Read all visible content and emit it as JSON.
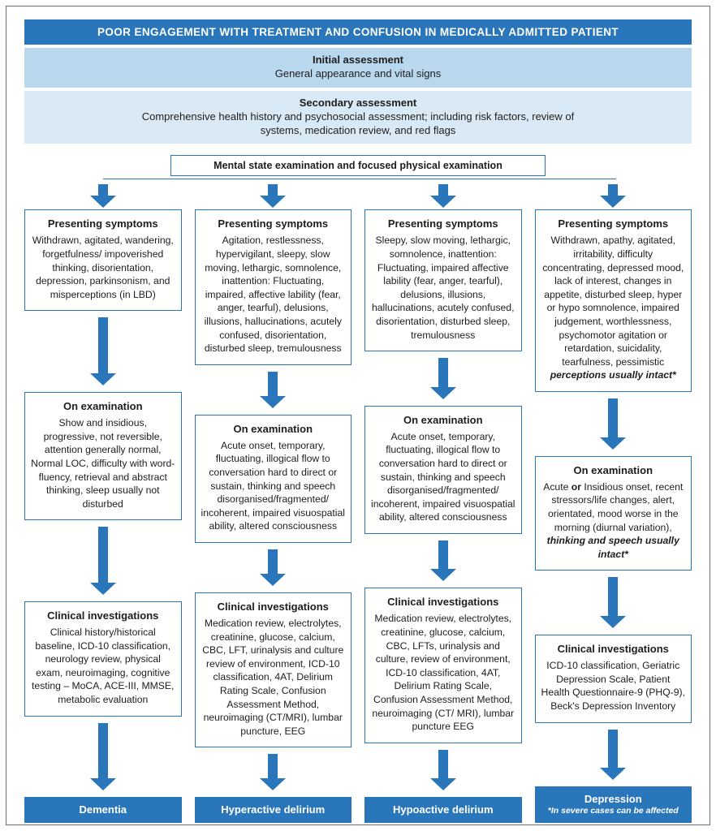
{
  "colors": {
    "accent": "#2a76ba",
    "band1": "#b9d8ee",
    "band2": "#d9eaf6"
  },
  "header": {
    "title": "POOR ENGAGEMENT WITH TREATMENT AND CONFUSION IN MEDICALLY ADMITTED PATIENT"
  },
  "assessments": [
    {
      "title": "Initial assessment",
      "body": "General appearance and vital signs"
    },
    {
      "title": "Secondary assessment",
      "body": "Comprehensive health history and psychosocial assessment; including risk factors, review of systems, medication review, and red flags"
    }
  ],
  "exam_box": {
    "label": "Mental state examination and focused physical examination"
  },
  "columns": [
    {
      "presenting": {
        "title": "Presenting symptoms",
        "body": [
          {
            "t": "Withdrawn, agitated, wandering, forgetfulness/ impoverished thinking, disorientation, depression, parkinsonism, and misperceptions (in LBD)"
          }
        ]
      },
      "examination": {
        "title": "On examination",
        "body": [
          {
            "t": "Show and insidious, progressive, not reversible, attention generally normal, Normal LOC, difficulty with word-fluency, retrieval and abstract thinking, sleep usually not disturbed"
          }
        ]
      },
      "clinical": {
        "title": "Clinical investigations",
        "body": [
          {
            "t": "Clinical history/historical baseline, ICD-10 classification, neurology review, physical exam, neuroimaging, cognitive testing – MoCA, ACE-III, MMSE, metabolic evaluation"
          }
        ]
      },
      "diagnosis": {
        "label": "Dementia"
      }
    },
    {
      "presenting": {
        "title": "Presenting symptoms",
        "body": [
          {
            "t": "Agitation, restlessness, hypervigilant, sleepy, slow moving, lethargic, somnolence, inattention: Fluctuating, impaired, affective lability (fear, anger, tearful), delusions, illusions, hallucinations, acutely confused, disorientation, disturbed sleep, tremulousness"
          }
        ]
      },
      "examination": {
        "title": "On examination",
        "body": [
          {
            "t": "Acute onset, temporary, fluctuating, illogical flow to conversation hard to direct or sustain, thinking and speech disorganised/fragmented/ incoherent, impaired visuospatial ability, altered consciousness"
          }
        ]
      },
      "clinical": {
        "title": "Clinical investigations",
        "body": [
          {
            "t": "Medication review, electrolytes, creatinine, glucose, calcium, CBC, LFT, urinalysis and culture review of environment, ICD-10 classification, 4AT, Delirium Rating Scale, Confusion Assessment Method, neuroimaging (CT/MRI), lumbar puncture, EEG"
          }
        ]
      },
      "diagnosis": {
        "label": "Hyperactive delirium"
      }
    },
    {
      "presenting": {
        "title": "Presenting symptoms",
        "body": [
          {
            "t": "Sleepy, slow moving, lethargic, somnolence, inattention: Fluctuating, impaired affective lability (fear, anger, tearful), delusions, illusions, hallucinations, acutely confused, disorientation, disturbed sleep, tremulousness"
          }
        ]
      },
      "examination": {
        "title": "On examination",
        "body": [
          {
            "t": "Acute onset, temporary, fluctuating, illogical flow to conversation hard to direct or sustain, thinking and speech disorganised/fragmented/ incoherent, impaired visuospatial ability, altered consciousness"
          }
        ]
      },
      "clinical": {
        "title": "Clinical investigations",
        "body": [
          {
            "t": "Medication review, electrolytes, creatinine, glucose, calcium, CBC, LFTs, urinalysis and culture, review of environment, ICD-10 classification, 4AT, Delirium Rating Scale, Confusion Assessment Method, neuroimaging (CT/ MRI), lumbar puncture EEG"
          }
        ]
      },
      "diagnosis": {
        "label": "Hypoactive delirium"
      }
    },
    {
      "presenting": {
        "title": "Presenting symptoms",
        "body": [
          {
            "t": "Withdrawn, apathy, agitated, irritability, difficulty concentrating, depressed mood, lack of interest, changes in appetite, disturbed sleep, hyper or hypo somnolence, impaired judgement, worthlessness, psychomotor agitation or retardation, suicidality, tearfulness, pessimistic "
          },
          {
            "t": "perceptions usually intact*",
            "b": true,
            "i": true
          }
        ]
      },
      "examination": {
        "title": "On examination",
        "body": [
          {
            "t": "Acute "
          },
          {
            "t": "or",
            "b": true
          },
          {
            "t": " Insidious onset, recent stressors/life changes, alert, orientated, mood worse in the morning (diurnal variation), "
          },
          {
            "t": "thinking and speech usually intact*",
            "b": true,
            "i": true
          }
        ]
      },
      "clinical": {
        "title": "Clinical investigations",
        "body": [
          {
            "t": "ICD-10 classification, Geriatric Depression Scale, Patient Health Questionnaire-9 (PHQ-9), Beck's Depression Inventory"
          }
        ]
      },
      "diagnosis": {
        "label": "Depression",
        "note": "*In severe cases can be affected"
      }
    }
  ]
}
